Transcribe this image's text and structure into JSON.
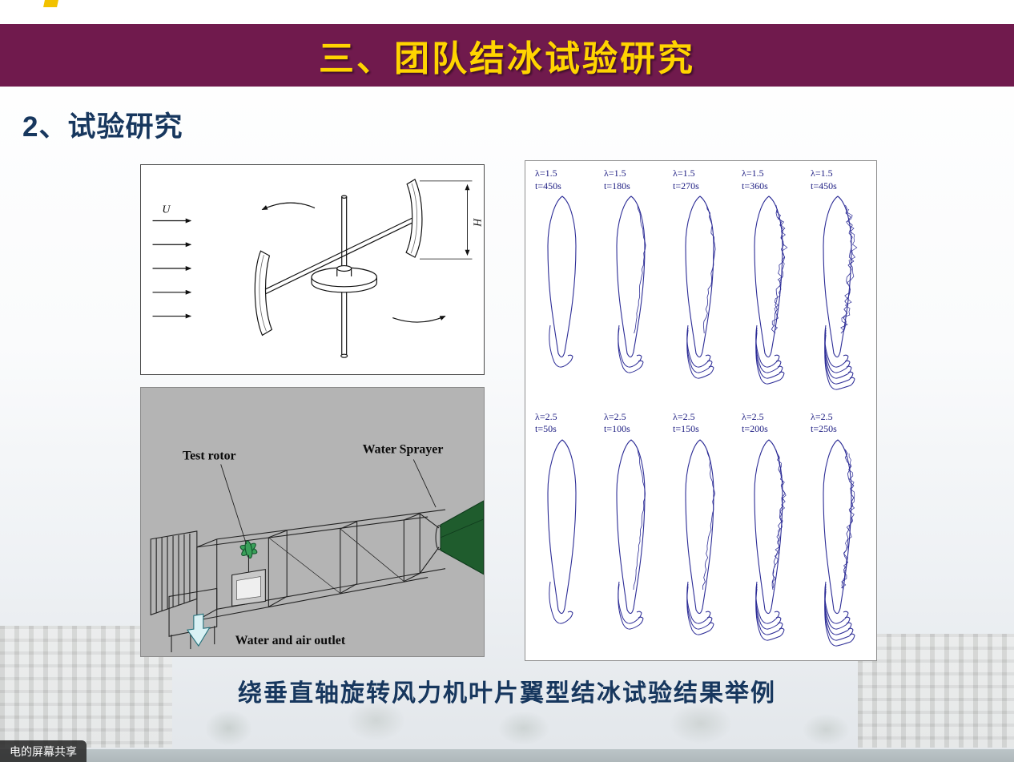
{
  "colors": {
    "banner_bg": "#701a4d",
    "banner_text": "#ffd400",
    "heading_blue": "#17375e",
    "airfoil": "#2c2c96",
    "rig_bg": "#b4b4b4",
    "label_blue": "#1a1a80",
    "sprayer_green": "#1f5c2d"
  },
  "slide": {
    "banner_title": "三、团队结冰试验研究",
    "section_title": "2、试验研究",
    "caption": "绕垂直轴旋转风力机叶片翼型结冰试验结果举例"
  },
  "schematic": {
    "flow_label": "U",
    "height_label": "H"
  },
  "rig": {
    "label_test_rotor": "Test rotor",
    "label_water_sprayer": "Water Sprayer",
    "label_outlet": "Water and air outlet"
  },
  "results_panel": {
    "rows": [
      {
        "cells": [
          {
            "lambda": "λ=1.5",
            "time": "t=450s"
          },
          {
            "lambda": "λ=1.5",
            "time": "t=180s"
          },
          {
            "lambda": "λ=1.5",
            "time": "t=270s"
          },
          {
            "lambda": "λ=1.5",
            "time": "t=360s"
          },
          {
            "lambda": "λ=1.5",
            "time": "t=450s"
          }
        ]
      },
      {
        "cells": [
          {
            "lambda": "λ=2.5",
            "time": "t=50s"
          },
          {
            "lambda": "λ=2.5",
            "time": "t=100s"
          },
          {
            "lambda": "λ=2.5",
            "time": "t=150s"
          },
          {
            "lambda": "λ=2.5",
            "time": "t=200s"
          },
          {
            "lambda": "λ=2.5",
            "time": "t=250s"
          }
        ]
      }
    ]
  },
  "overlay": {
    "screen_share_label": "电的屏幕共享"
  }
}
